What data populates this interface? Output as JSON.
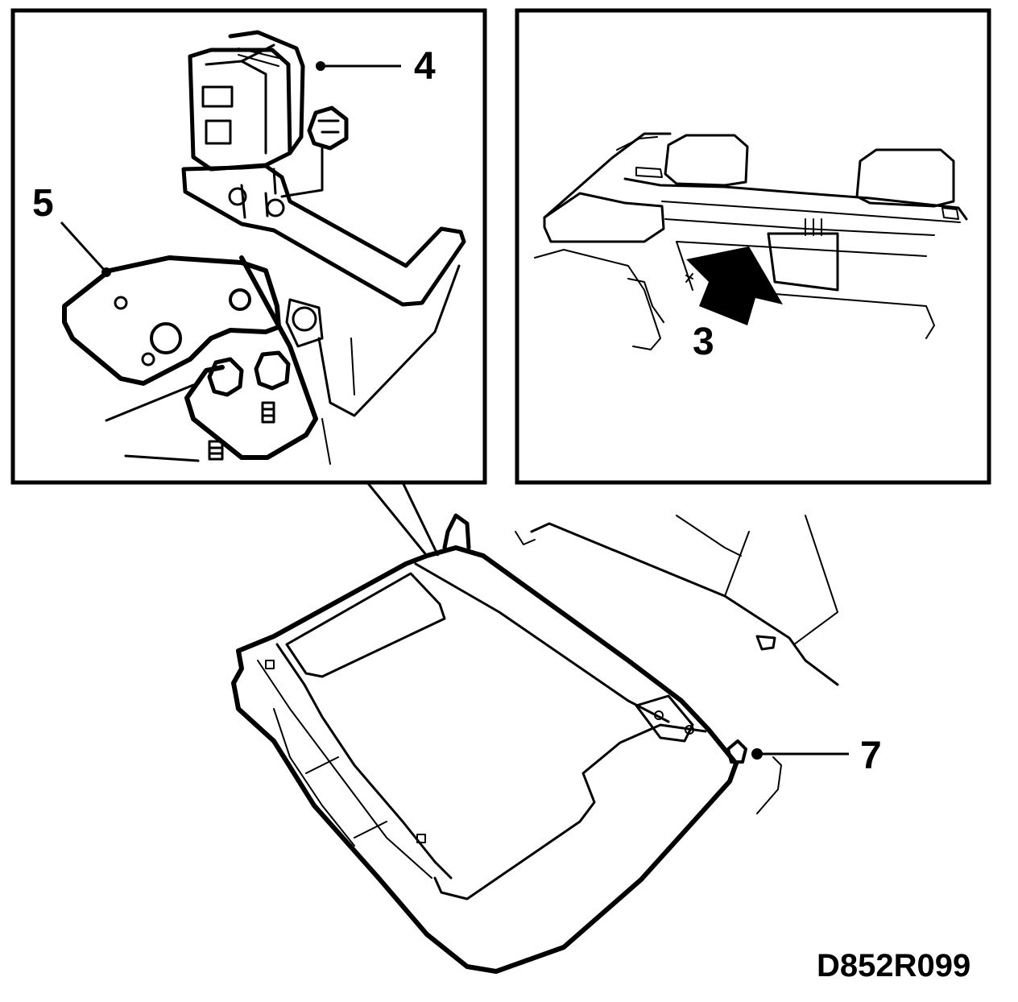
{
  "figure": {
    "callouts": {
      "c3": "3",
      "c4": "4",
      "c5": "5",
      "c7": "7"
    },
    "reference_code": "D852R099",
    "ink_color": "#000000",
    "paper_color": "#ffffff"
  }
}
